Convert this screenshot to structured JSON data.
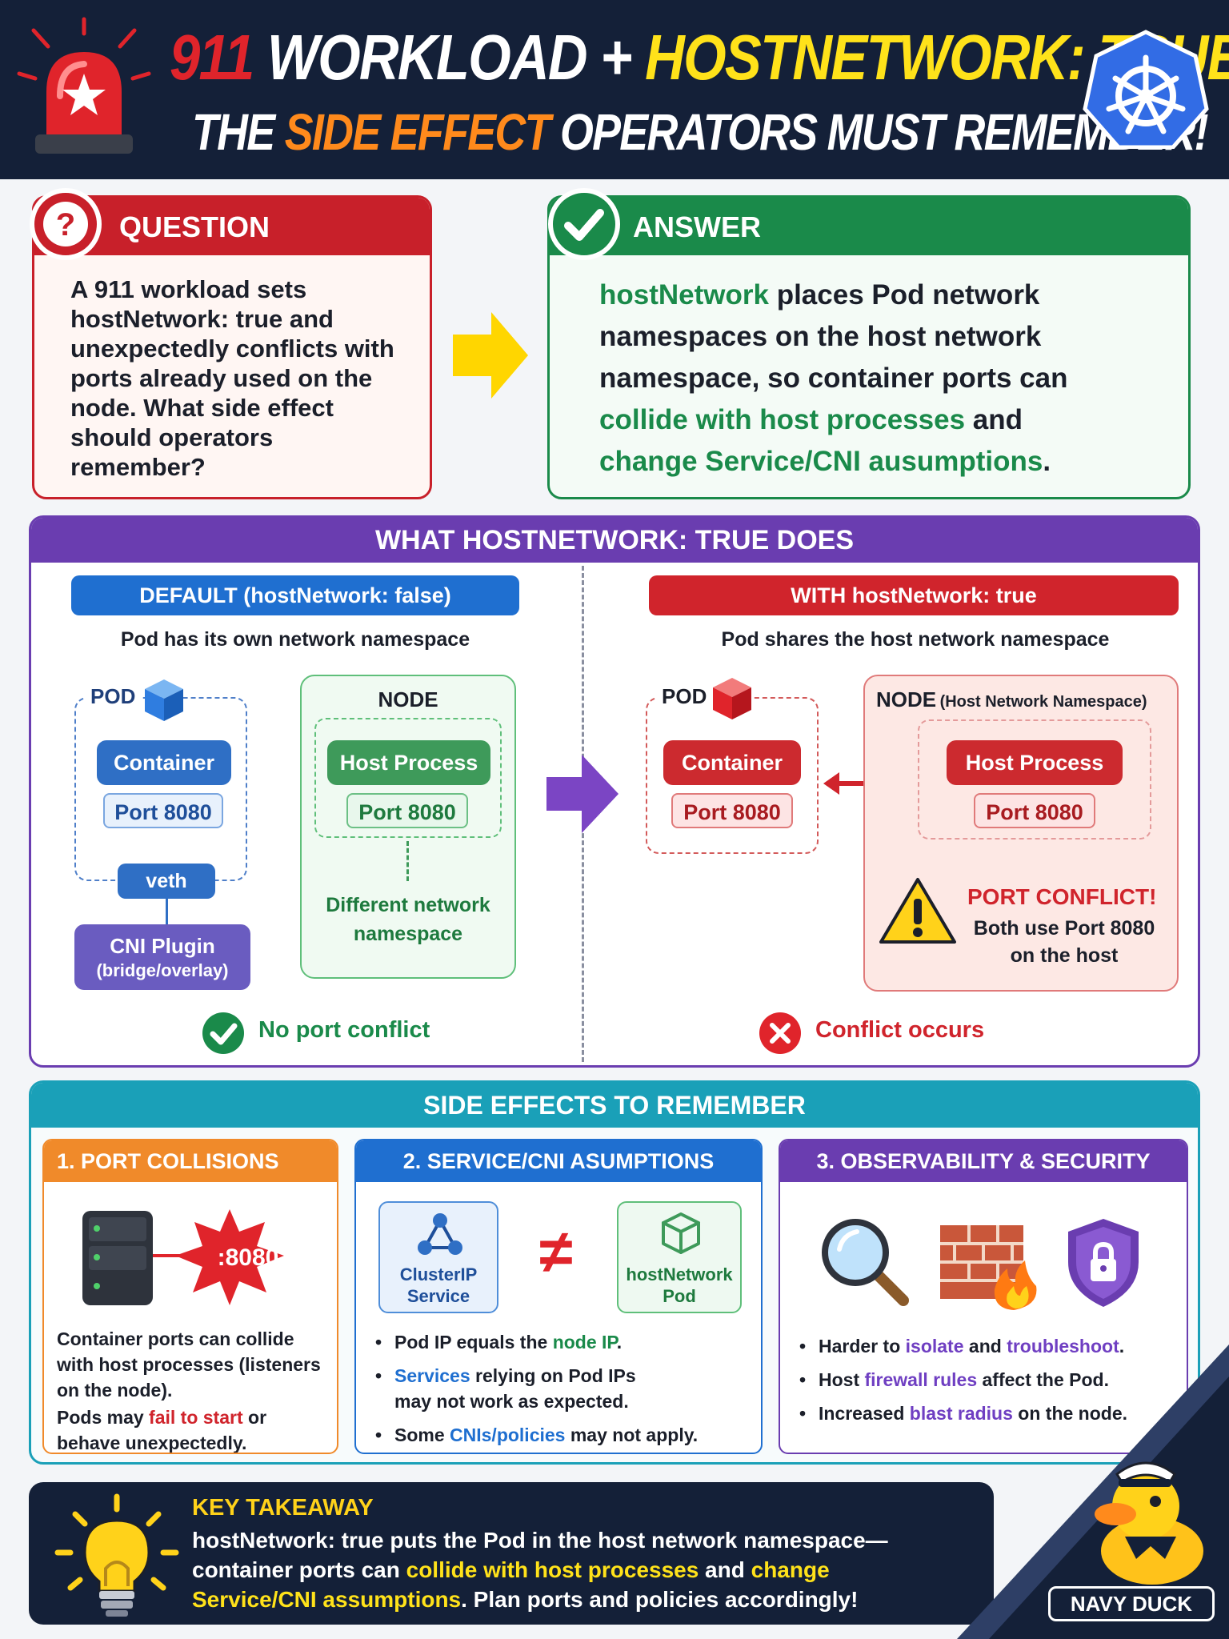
{
  "header": {
    "line1_part1": "911",
    "line1_part2": " WORKLOAD + ",
    "line1_part3": "HOSTNETWORK: TRUE",
    "line2_part1": "THE ",
    "line2_part2": "SIDE EFFECT",
    "line2_part3": " OPERATORS MUST REMEMBER!"
  },
  "question": {
    "title": "QUESTION",
    "body": "A 911 workload sets hostNetwork: true and unexpectedly conflicts with ports already used on the node. What side effect should operators remember?"
  },
  "answer": {
    "title": "ANSWER",
    "t1": "hostNetwork",
    "t2": " places Pod network namespaces on the host network namespace, so container ports can ",
    "t3": "collide with host processes",
    "t4": " and ",
    "t5": "change Service/CNI ausumptions",
    "t6": "."
  },
  "what": {
    "title": "WHAT HOSTNETWORK: TRUE DOES",
    "default": {
      "pill": "DEFAULT (hostNetwork: false)",
      "caption": "Pod has its own network namespace",
      "pod_label": "POD",
      "container": "Container",
      "port": "Port 8080",
      "veth": "veth",
      "cni_line1": "CNI Plugin",
      "cni_line2": "(bridge/overlay)",
      "node_label": "NODE",
      "host_process": "Host Process",
      "node_port": "Port 8080",
      "diff_line1": "Different network",
      "diff_line2": "namespace",
      "result": "No port conflict"
    },
    "with": {
      "pill": "WITH hostNetwork: true",
      "caption": "Pod shares the host network namespace",
      "pod_label": "POD",
      "container": "Container",
      "port": "Port 8080",
      "node_label": "NODE",
      "node_sub": "(Host Network Namespace)",
      "host_process": "Host Process",
      "node_port": "Port 8080",
      "conflict_title": "PORT CONFLICT!",
      "conflict_line1": "Both use Port 8080",
      "conflict_line2": "on the host",
      "result": "Conflict occurs"
    }
  },
  "side_effects": {
    "title": "SIDE EFFECTS TO REMEMBER",
    "col1": {
      "title": "1. PORT COLLISIONS",
      "burst": ":8080",
      "p1": "Container ports can collide with host processes (listeners on the node).",
      "p2a": "Pods may ",
      "p2b": "fail to start",
      "p2c": " or behave unexpectedly."
    },
    "col2": {
      "title": "2. SERVICE/CNI ASUMPTIONS CHANGE",
      "clusterip_line1": "ClusterIP",
      "clusterip_line2": "Service",
      "neq": "≠",
      "hostpod_line1": "hostNetwork",
      "hostpod_line2": "Pod",
      "b1a": "Pod IP equals the ",
      "b1b": "node IP",
      "b1c": ".",
      "b2a": "Services",
      "b2b": " relying on Pod IPs",
      "b2c": "may not work as expected.",
      "b3a": "Some ",
      "b3b": "CNIs/policies",
      "b3c": " may not apply."
    },
    "col3": {
      "title": "3. OBSERVABILITY & SECURITY IMPACT",
      "b1a": "Harder to ",
      "b1b": "isolate",
      "b1c": " and ",
      "b1d": "troubleshoot",
      "b1e": ".",
      "b2a": "Host ",
      "b2b": "firewall rules",
      "b2c": " affect the Pod.",
      "b3a": "Increased ",
      "b3b": "blast radius",
      "b3c": " on the node."
    }
  },
  "takeaway": {
    "title": "KEY TAKEAWAY",
    "l1": "hostNetwork: true puts the Pod in the host network namespace—",
    "l2a": "container ports can ",
    "l2b": "collide with host processes",
    "l2c": " and ",
    "l2d": "change",
    "l3a": "Service/CNI assumptions",
    "l3b": ". Plan ports and policies accordingly!"
  },
  "brand": "NAVY DUCK",
  "colors": {
    "header_bg": "#142038",
    "question_red": "#c8202a",
    "answer_green": "#1a8a4a",
    "purple": "#6a3db0",
    "teal": "#1aa0b8",
    "orange": "#f08a2a",
    "blue": "#1f6fd0",
    "yellow": "#ffe21a"
  }
}
